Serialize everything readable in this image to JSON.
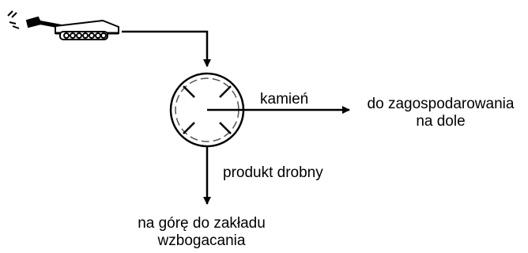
{
  "colors": {
    "line": "#000000",
    "background": "#ffffff",
    "dashed_circle": "#555555"
  },
  "icons": {
    "machine": "tracked-mining-machine-icon",
    "separator": "sieve-separator-icon"
  },
  "labels": {
    "stone": "kamień",
    "fine_product": "produkt drobny",
    "destination_right": {
      "line1": "do zagospodarowania",
      "line2": "na dole"
    },
    "destination_bottom": {
      "line1": "na górę do zakładu",
      "line2": "wzbogacania"
    }
  }
}
